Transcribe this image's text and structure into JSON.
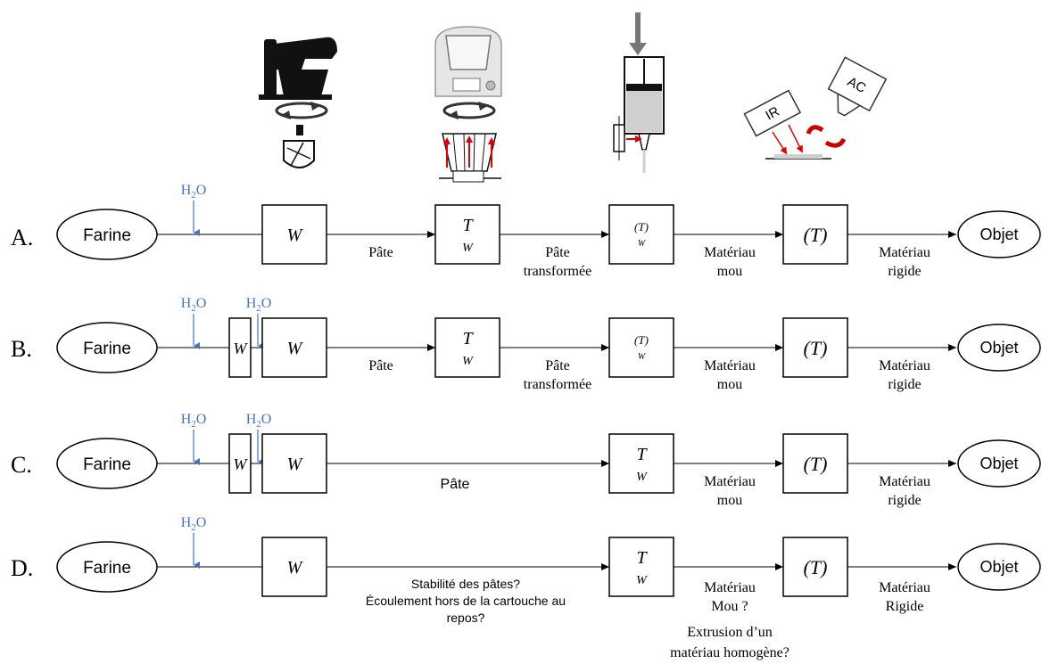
{
  "colors": {
    "line": "#000000",
    "water": "#4472c4",
    "red_arrow": "#e00000",
    "gray_fill": "#cfcfcf",
    "dark_fill": "#111111"
  },
  "icons": {
    "mixer": "stand-mixer-icon",
    "thermomix": "thermomix-icon",
    "extruder": "extrusion-cartridge-icon",
    "curing": "ir-ac-curing-icon"
  },
  "icon_labels": {
    "ir": "IR",
    "ac": "AC"
  },
  "water_label": {
    "main": "H",
    "sub": "2",
    "end": "O"
  },
  "rows": [
    {
      "label": "A.",
      "start": "Farine",
      "end": "Objet",
      "boxes": [
        {
          "top": "",
          "bottom": "W"
        },
        {
          "top": "T",
          "bottom": "W"
        },
        {
          "top": "(T)",
          "bottom": "W"
        },
        {
          "top": "",
          "bottom": "(T)"
        }
      ],
      "labels": [
        "Pâte",
        "Pâte",
        "transformée",
        "Matériau",
        "mou",
        "Matériau",
        "rigide"
      ]
    },
    {
      "label": "B.",
      "start": "Farine",
      "end": "Objet",
      "pre_box": "W",
      "boxes": [
        {
          "top": "",
          "bottom": "W"
        },
        {
          "top": "T",
          "bottom": "W"
        },
        {
          "top": "(T)",
          "bottom": "W"
        },
        {
          "top": "",
          "bottom": "(T)"
        }
      ],
      "labels": [
        "Pâte",
        "Pâte",
        "transformée",
        "Matériau",
        "mou",
        "Matériau",
        "rigide"
      ]
    },
    {
      "label": "C.",
      "start": "Farine",
      "end": "Objet",
      "pre_box": "W",
      "boxes": [
        {
          "top": "",
          "bottom": "W"
        },
        {
          "top": "T",
          "bottom": "W"
        },
        {
          "top": "",
          "bottom": "(T)"
        }
      ],
      "labels": [
        "Pâte",
        "Matériau",
        "mou",
        "Matériau",
        "rigide"
      ]
    },
    {
      "label": "D.",
      "start": "Farine",
      "end": "Objet",
      "boxes": [
        {
          "top": "",
          "bottom": "W"
        },
        {
          "top": "T",
          "bottom": "W"
        },
        {
          "top": "",
          "bottom": "(T)"
        }
      ],
      "labels": [
        "Stabilité des pâtes?",
        "Écoulement hors de la cartouche au",
        "repos?",
        "Matériau",
        "Mou ?",
        "Extrusion d’un",
        "matériau homogène?",
        "Matériau",
        "Rigide"
      ]
    }
  ]
}
